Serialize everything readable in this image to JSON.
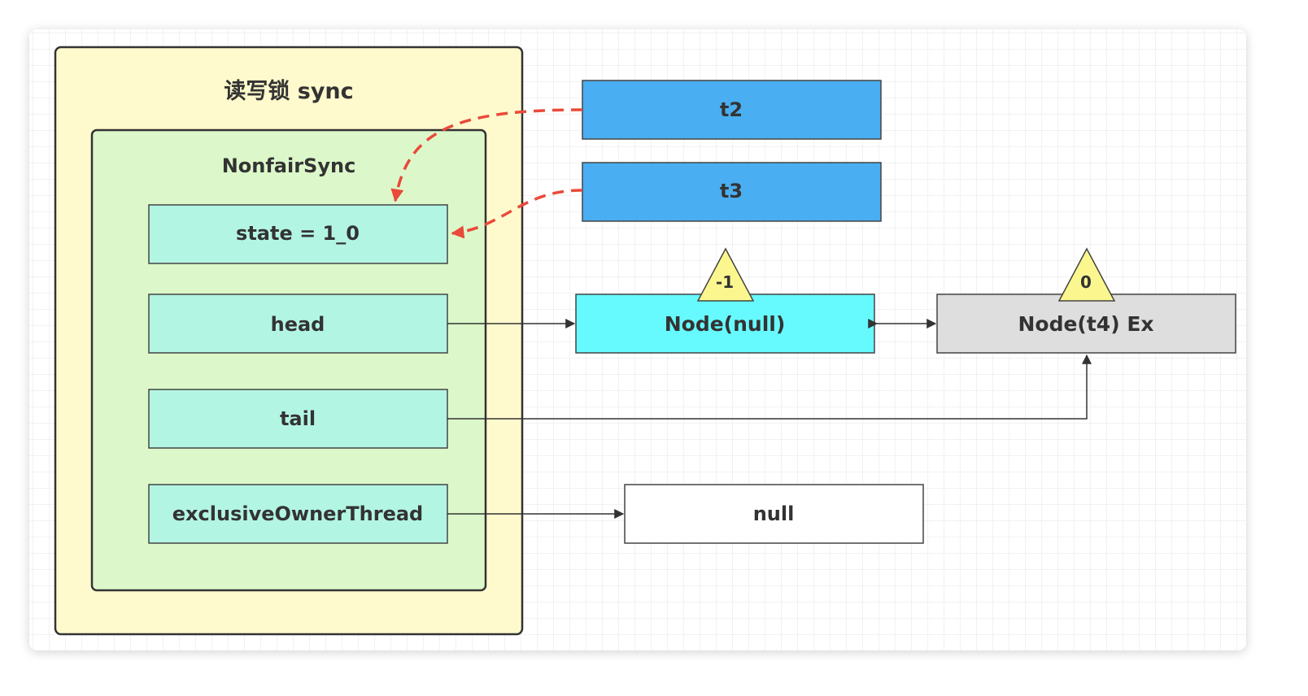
{
  "diagram": {
    "outer_title": "读写锁 sync",
    "inner_title": "NonfairSync",
    "fields": {
      "state": "state = 1_0",
      "head": "head",
      "tail": "tail",
      "owner": "exclusiveOwnerThread"
    },
    "threads": {
      "t2": "t2",
      "t3": "t3"
    },
    "nodes": {
      "null_node": "Node(null)",
      "t4_node": "Node(t4) Ex",
      "null_target": "null"
    },
    "wait_status": {
      "null_node": "-1",
      "t4_node": "0"
    },
    "colors": {
      "outer_fill": "#fffacd",
      "inner_fill": "#dcf8ca",
      "field_fill": "#b3f5e3",
      "thread_fill": "#4aaef2",
      "null_node_fill": "#66faff",
      "t4_node_fill": "#dedede",
      "triangle_fill": "#fbf78e",
      "dashed_arrow": "#e94a3a"
    }
  }
}
